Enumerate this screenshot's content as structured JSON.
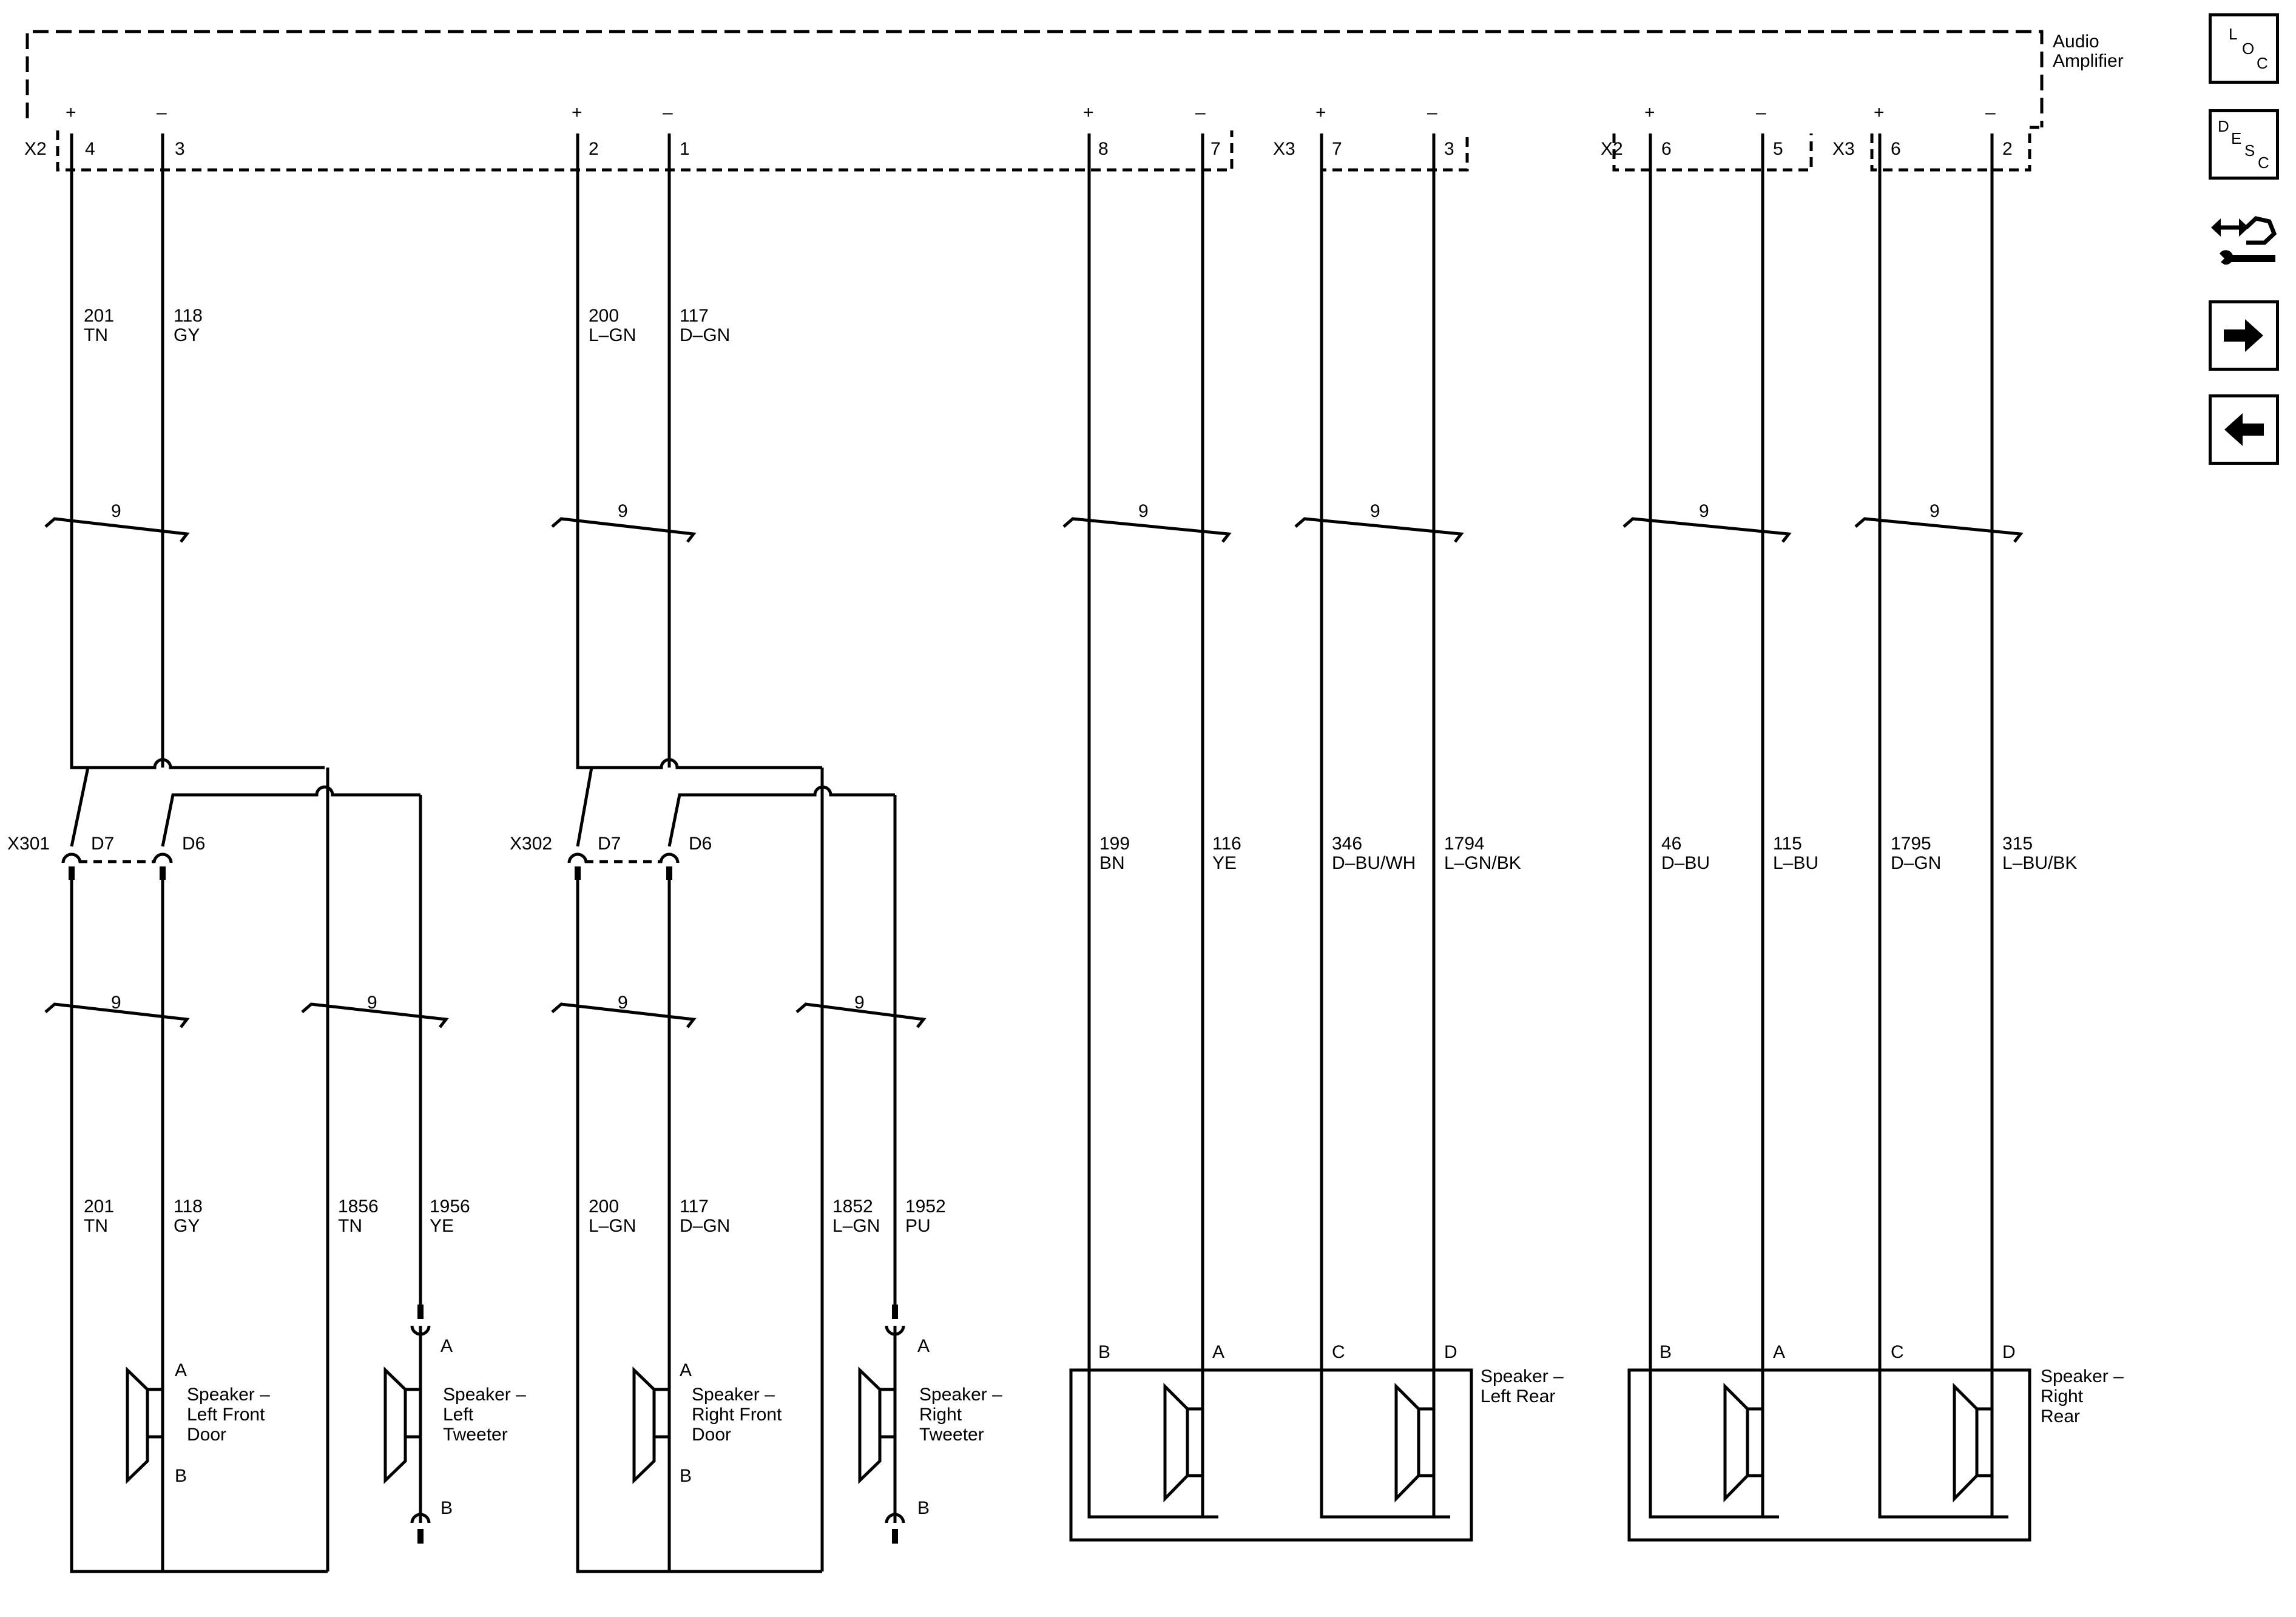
{
  "amplifier": {
    "name": "Audio",
    "name2": "Amplifier",
    "plus": "+",
    "minus": "–"
  },
  "connectors": {
    "x2": "X2",
    "x3": "X3",
    "x301": "X301",
    "x302": "X302",
    "d7": "D7",
    "d6": "D6"
  },
  "pins": {
    "p4": "4",
    "p3": "3",
    "p2": "2",
    "p1": "1",
    "p8": "8",
    "p7": "7",
    "x3p7": "7",
    "x3p3": "3",
    "x2p6": "6",
    "x2p5": "5",
    "x3p6": "6",
    "x3p2": "2"
  },
  "splice_count": "9",
  "wires_upper": [
    {
      "circuit": "201",
      "color": "TN"
    },
    {
      "circuit": "118",
      "color": "GY"
    },
    {
      "circuit": "200",
      "color": "L–GN"
    },
    {
      "circuit": "117",
      "color": "D–GN"
    }
  ],
  "wires_lower": [
    {
      "circuit": "201",
      "color": "TN"
    },
    {
      "circuit": "118",
      "color": "GY"
    },
    {
      "circuit": "1856",
      "color": "TN"
    },
    {
      "circuit": "1956",
      "color": "YE"
    },
    {
      "circuit": "200",
      "color": "L–GN"
    },
    {
      "circuit": "117",
      "color": "D–GN"
    },
    {
      "circuit": "1852",
      "color": "L–GN"
    },
    {
      "circuit": "1952",
      "color": "PU"
    }
  ],
  "wires_rear": [
    {
      "circuit": "199",
      "color": "BN"
    },
    {
      "circuit": "116",
      "color": "YE"
    },
    {
      "circuit": "346",
      "color": "D–BU/WH"
    },
    {
      "circuit": "1794",
      "color": "L–GN/BK"
    },
    {
      "circuit": "46",
      "color": "D–BU"
    },
    {
      "circuit": "115",
      "color": "L–BU"
    },
    {
      "circuit": "1795",
      "color": "D–GN"
    },
    {
      "circuit": "315",
      "color": "L–BU/BK"
    }
  ],
  "terminals": {
    "a": "A",
    "b": "B",
    "c": "C",
    "d": "D"
  },
  "speakers": {
    "left_front_door": [
      "Speaker –",
      "Left Front",
      "Door"
    ],
    "left_tweeter": [
      "Speaker –",
      "Left",
      "Tweeter"
    ],
    "right_front_door": [
      "Speaker –",
      "Right Front",
      "Door"
    ],
    "right_tweeter": [
      "Speaker –",
      "Right",
      "Tweeter"
    ],
    "left_rear": [
      "Speaker –",
      "Left Rear"
    ],
    "right_rear": [
      "Speaker –",
      "Right",
      "Rear"
    ]
  },
  "nav": {
    "loc": [
      "L",
      "O",
      "C"
    ],
    "desc": [
      "D",
      "E",
      "S",
      "C"
    ],
    "icons": [
      "diagnostic-icon",
      "arrow-right-icon",
      "arrow-left-icon"
    ]
  }
}
